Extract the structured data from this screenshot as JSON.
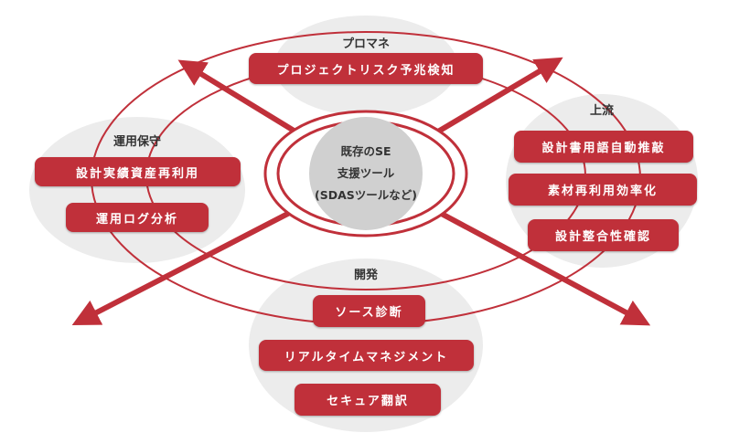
{
  "colors": {
    "accent": "#c0303a",
    "bubble": "#ececec",
    "center": "#d0d0d0"
  },
  "center": {
    "line1": "既存のSE",
    "line2": "支援ツール",
    "line3": "(SDASツールなど)"
  },
  "groups": {
    "pm": {
      "title": "プロマネ",
      "items": [
        "プロジェクトリスク予兆検知"
      ]
    },
    "ops": {
      "title": "運用保守",
      "items": [
        "設計実績資産再利用",
        "運用ログ分析"
      ]
    },
    "upstream": {
      "title": "上流",
      "items": [
        "設計書用語自動推敲",
        "素材再利用効率化",
        "設計整合性確認"
      ]
    },
    "dev": {
      "title": "開発",
      "items": [
        "ソース診断",
        "リアルタイムマネジメント",
        "セキュア翻訳"
      ]
    }
  }
}
